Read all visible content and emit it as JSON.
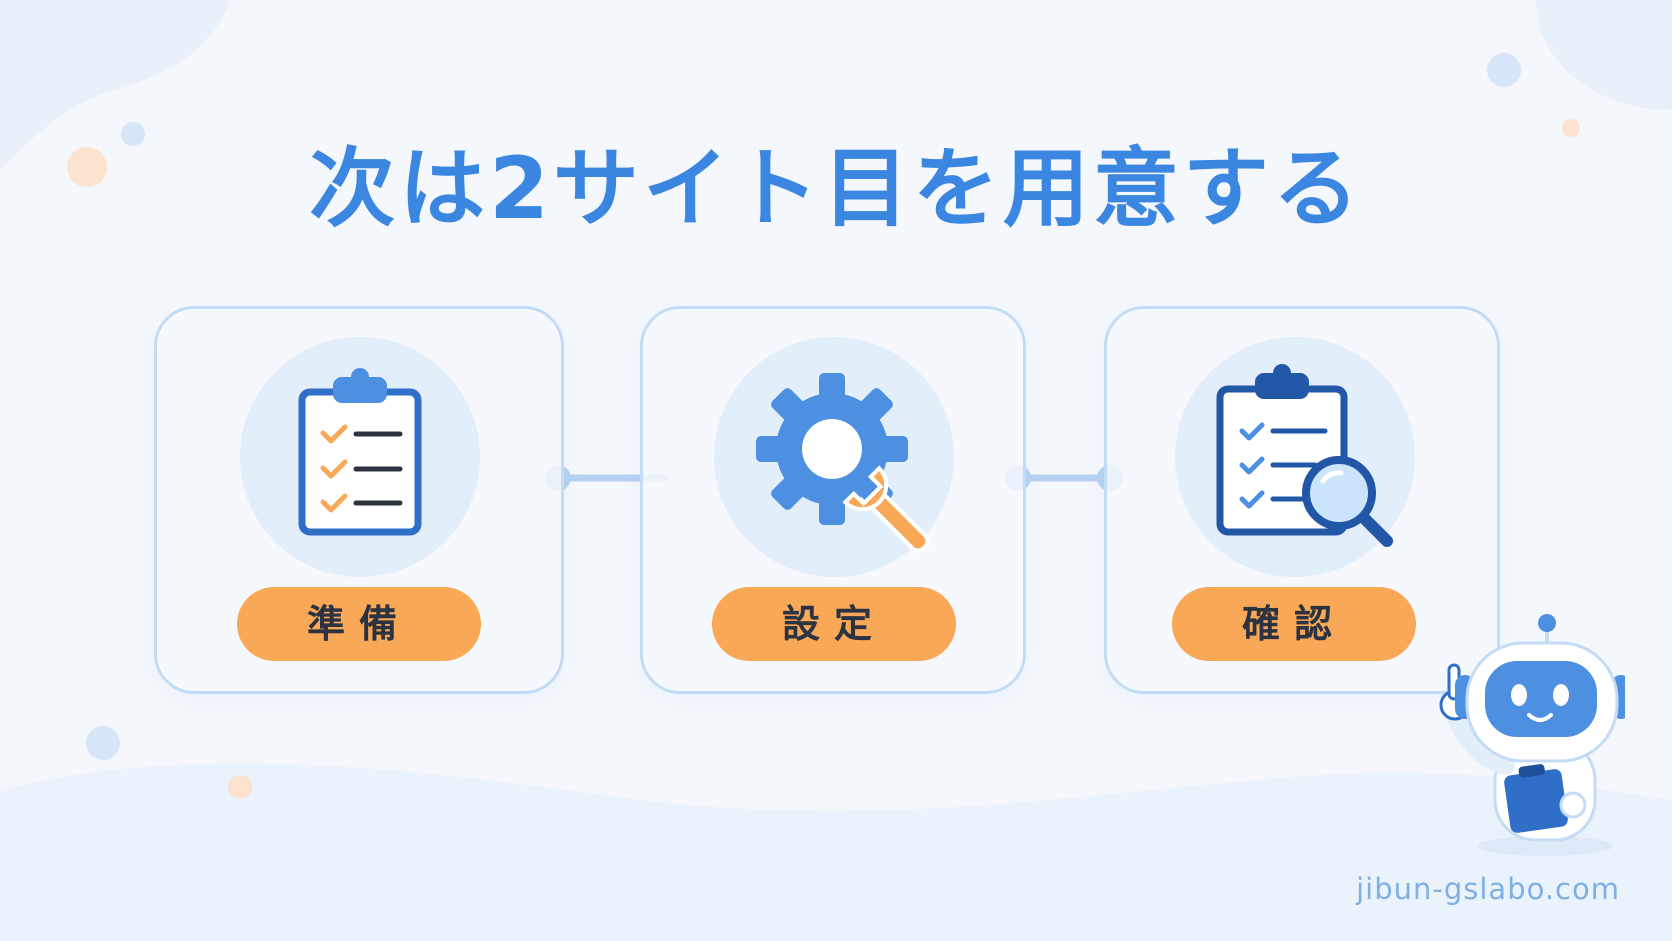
{
  "title": "次は2サイト目を用意する",
  "steps": [
    {
      "label": "準備",
      "icon": "checklist-clipboard-icon"
    },
    {
      "label": "設定",
      "icon": "gear-wrench-icon"
    },
    {
      "label": "確認",
      "icon": "clipboard-magnifier-icon"
    }
  ],
  "footer": "jibun-gslabo.com",
  "colors": {
    "primary_blue": "#3a86e0",
    "pill_orange": "#f9a857",
    "card_border": "#c4dbf6",
    "background": "#f4f8fd"
  }
}
